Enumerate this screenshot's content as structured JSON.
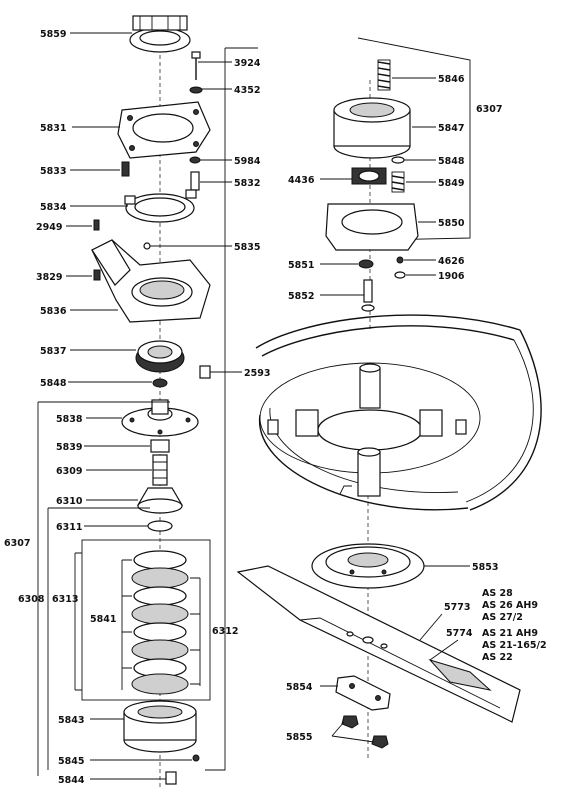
{
  "labels": {
    "l5859": "5859",
    "l3924": "3924",
    "l4352": "4352",
    "l5831": "5831",
    "l5984": "5984",
    "l5833": "5833",
    "l5832": "5832",
    "l5834": "5834",
    "l2949": "2949",
    "l5835": "5835",
    "l3829": "3829",
    "l5836": "5836",
    "l5837": "5837",
    "l2593": "2593",
    "l5848a": "5848",
    "l5838": "5838",
    "l5839": "5839",
    "l6309": "6309",
    "l6310": "6310",
    "l6311": "6311",
    "l6307a": "6307",
    "l6308": "6308",
    "l6313": "6313",
    "l5841": "5841",
    "l6312": "6312",
    "l5843": "5843",
    "l5845": "5845",
    "l5844": "5844",
    "l5846": "5846",
    "l6307b": "6307",
    "l5847": "5847",
    "l5848b": "5848",
    "l4436": "4436",
    "l5849": "5849",
    "l5850": "5850",
    "l5851": "5851",
    "l4626": "4626",
    "l1906": "1906",
    "l5852": "5852",
    "l5853": "5853",
    "l5773": "5773",
    "l5774": "5774",
    "l5854": "5854",
    "l5855": "5855"
  },
  "models": {
    "m1": "AS 28",
    "m2": "AS 26 AH9",
    "m3": "AS 27/2",
    "m4": "AS 21 AH9",
    "m5": "AS 21-165/2",
    "m6": "AS 22"
  }
}
